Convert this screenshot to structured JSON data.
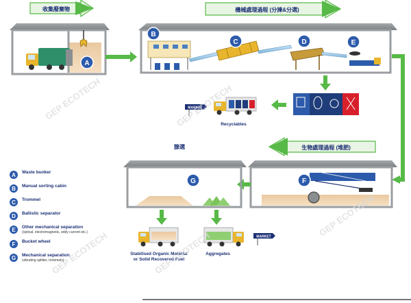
{
  "stages": {
    "waste_collection": "收集廢棄物",
    "mechanical": "機械處理過程 (分揀&分選)",
    "biological": "生物處理過程 (堆肥)",
    "screening": "篩選"
  },
  "market_labels": [
    "MARKET",
    "MARKET"
  ],
  "outputs": {
    "recyclables": "Recyclables",
    "organic_line1": "Stabilised Organic Material",
    "organic_line2": "or Solid Recovered Fuel",
    "aggregates": "Aggregates"
  },
  "watermark": "GEP ECOTECH",
  "badges": [
    "A",
    "B",
    "C",
    "D",
    "E",
    "F",
    "G"
  ],
  "legend": [
    {
      "letter": "A",
      "label": "Waste bunker",
      "sub": ""
    },
    {
      "letter": "B",
      "label": "Manual sorting cabin",
      "sub": ""
    },
    {
      "letter": "C",
      "label": "Trommel",
      "sub": ""
    },
    {
      "letter": "D",
      "label": "Ballistic separator",
      "sub": ""
    },
    {
      "letter": "E",
      "label": "Other mechanical separation",
      "sub": "(optical, electromagnetic, eddy current etc.)"
    },
    {
      "letter": "F",
      "label": "Bucket wheel",
      "sub": ""
    },
    {
      "letter": "G",
      "label": "Mechanical separation",
      "sub": "(vibrating splitter, trommels)"
    }
  ],
  "colors": {
    "arrow_green": "#57b947",
    "badge_blue": "#2d5bab",
    "roof_gray": "#8a8e91",
    "truck_cab": "#e8b52d",
    "navy": "#1b2f74"
  }
}
